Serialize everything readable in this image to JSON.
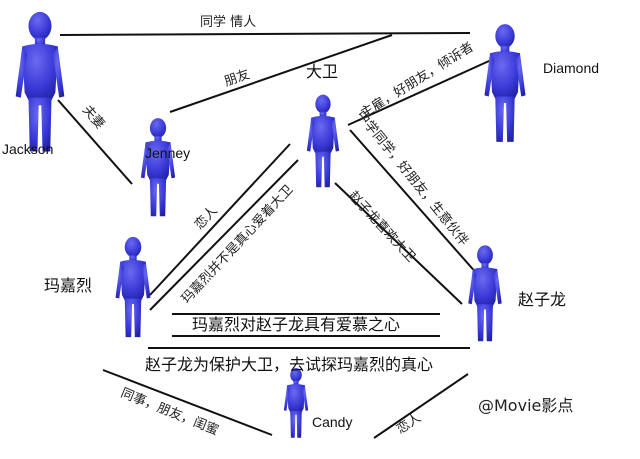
{
  "people": {
    "jackson": "Jackson",
    "jenney": "Jenney",
    "david": "大卫",
    "diamond": "Diamond",
    "majiali": "玛嘉烈",
    "zhaozilong": "赵子龙",
    "candy": "Candy"
  },
  "relations": {
    "jackson_diamond": "同学  情人",
    "jenney_diamond": "朋友",
    "jackson_jenney": "夫妻",
    "david_diamond": "主雇，好朋友，倾诉者",
    "majiali_david_love": "恋人",
    "majiali_david_doubt": "玛嘉烈并不是真心爱着大卫",
    "david_zhaozilong_school": "中学同学，好朋友，生意伙伴",
    "zhaozilong_likes_david": "赵子龙喜欢大卫",
    "majiali_zhaozilong": "玛嘉烈对赵子龙具有爱慕之心",
    "zhaozilong_test": "赵子龙为保护大卫，去试探玛嘉烈的真心",
    "majiali_candy": "同事，朋友，闺蜜",
    "candy_zhaozilong": "恋人"
  },
  "watermark": "@Movie影点",
  "colors": {
    "figure": "#3a3ad8",
    "figure_shade": "#2222a8",
    "line": "#111111"
  }
}
